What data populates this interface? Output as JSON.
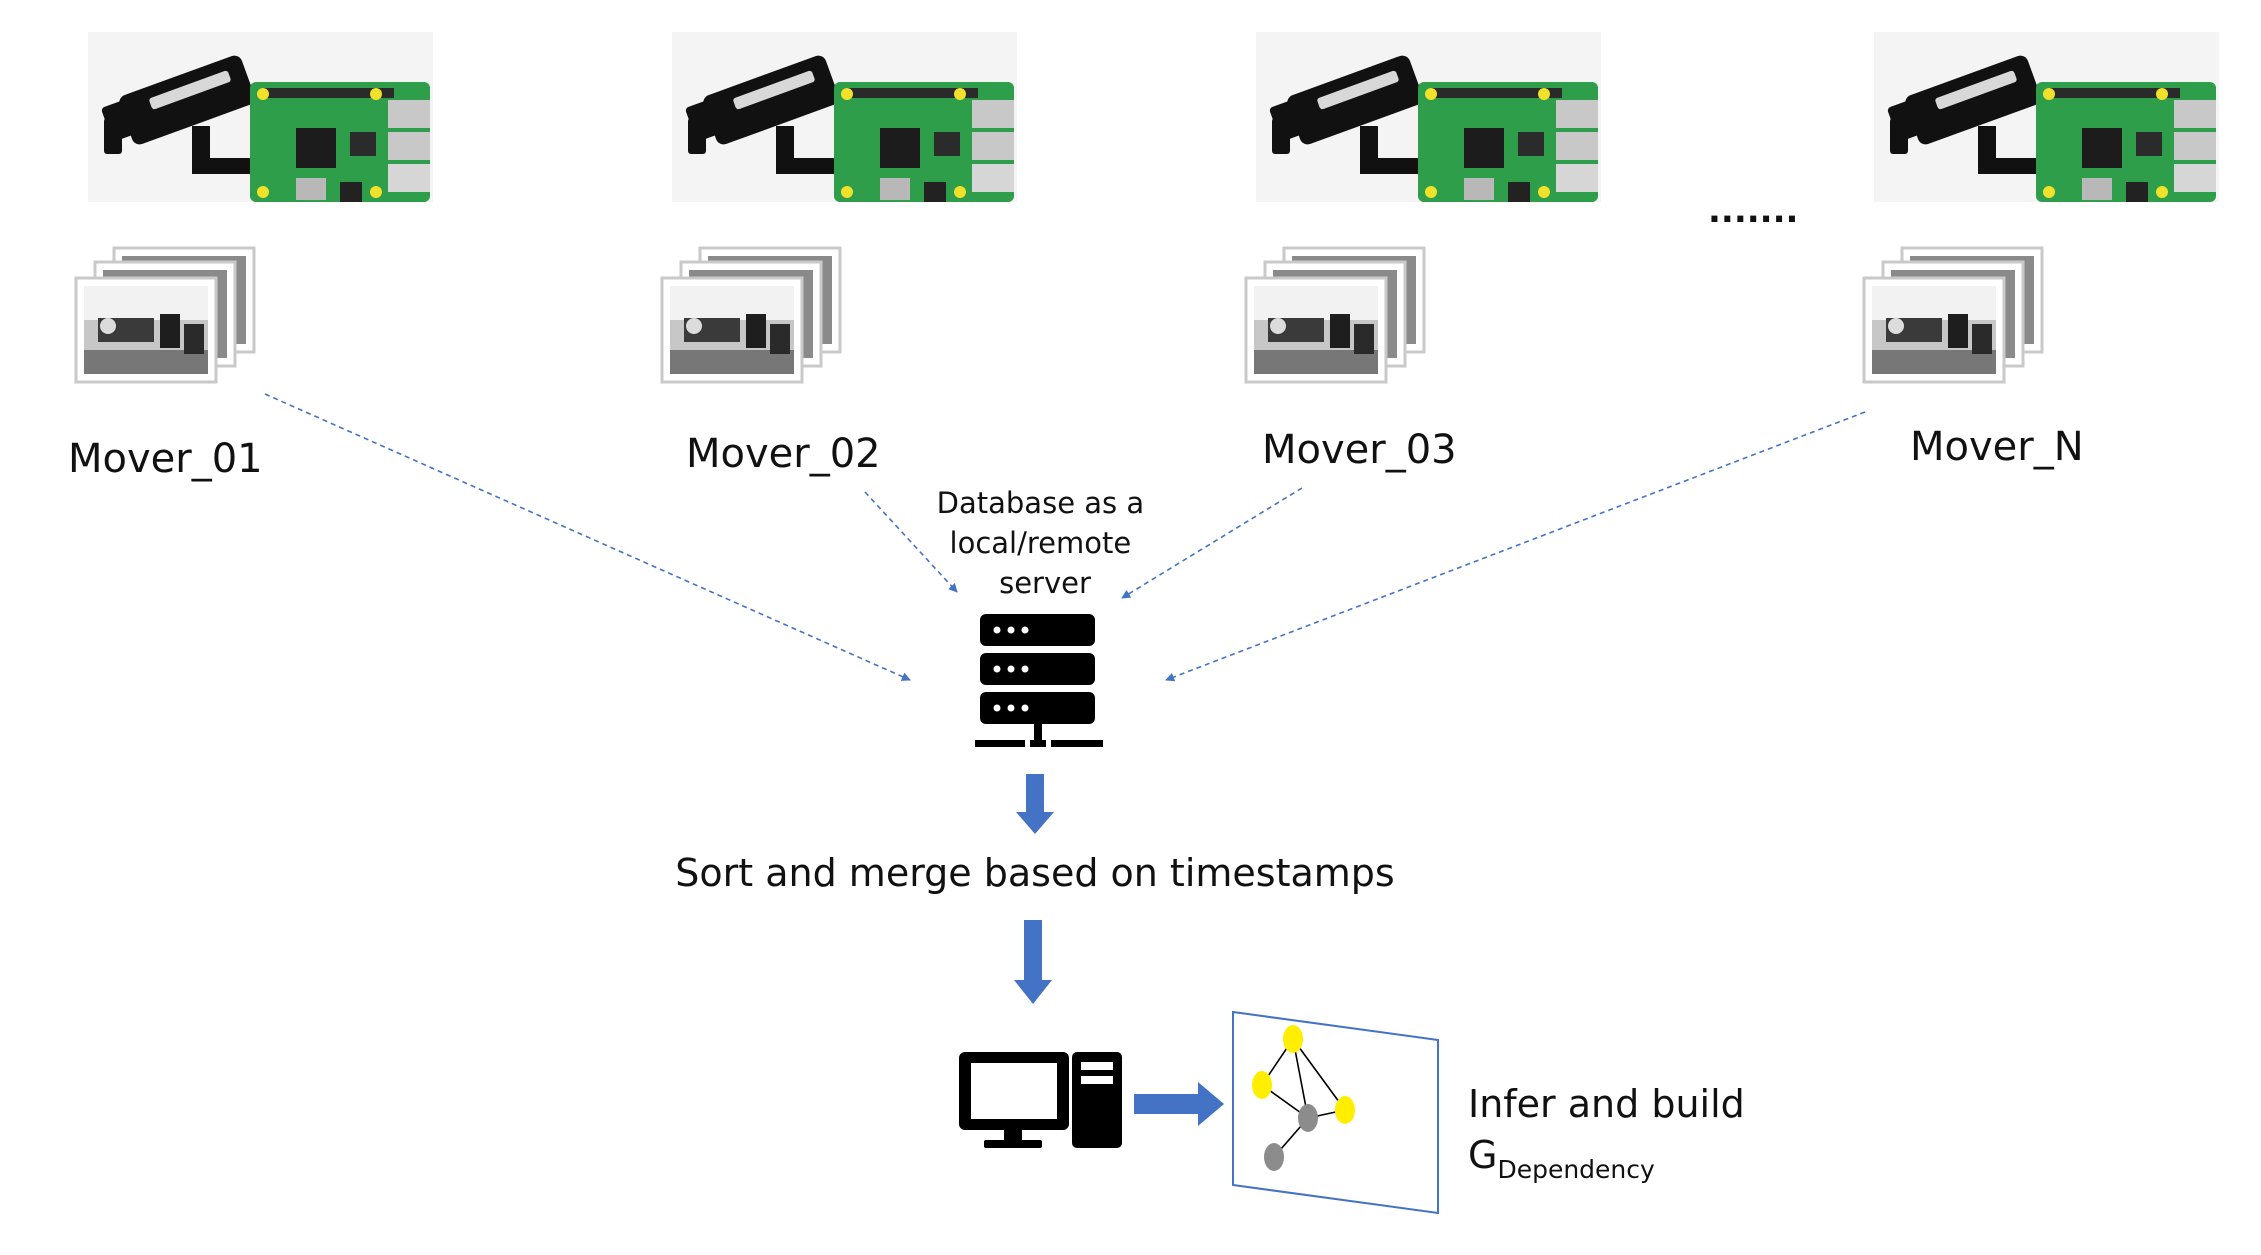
{
  "movers": [
    {
      "label": "Mover_01"
    },
    {
      "label": "Mover_02"
    },
    {
      "label": "Mover_03"
    },
    {
      "label": "Mover_N"
    }
  ],
  "ellipsis": ".......",
  "database_label": [
    "Database as a",
    "local/remote",
    "server"
  ],
  "process_label": "Sort and merge based on timestamps",
  "output_label": {
    "line1": "Infer and build",
    "symbol": "G",
    "subscript": "Dependency"
  },
  "colors": {
    "arrow": "#4472c4",
    "pcb": "#2e9e4a",
    "node_yellow": "#ffee00",
    "node_gray": "#8c8c8c",
    "icon": "#000000"
  },
  "icons": [
    "camera-icon",
    "raspberry-pi-board-icon",
    "image-stack-icon",
    "server-icon",
    "computer-icon",
    "graph-panel-icon"
  ]
}
